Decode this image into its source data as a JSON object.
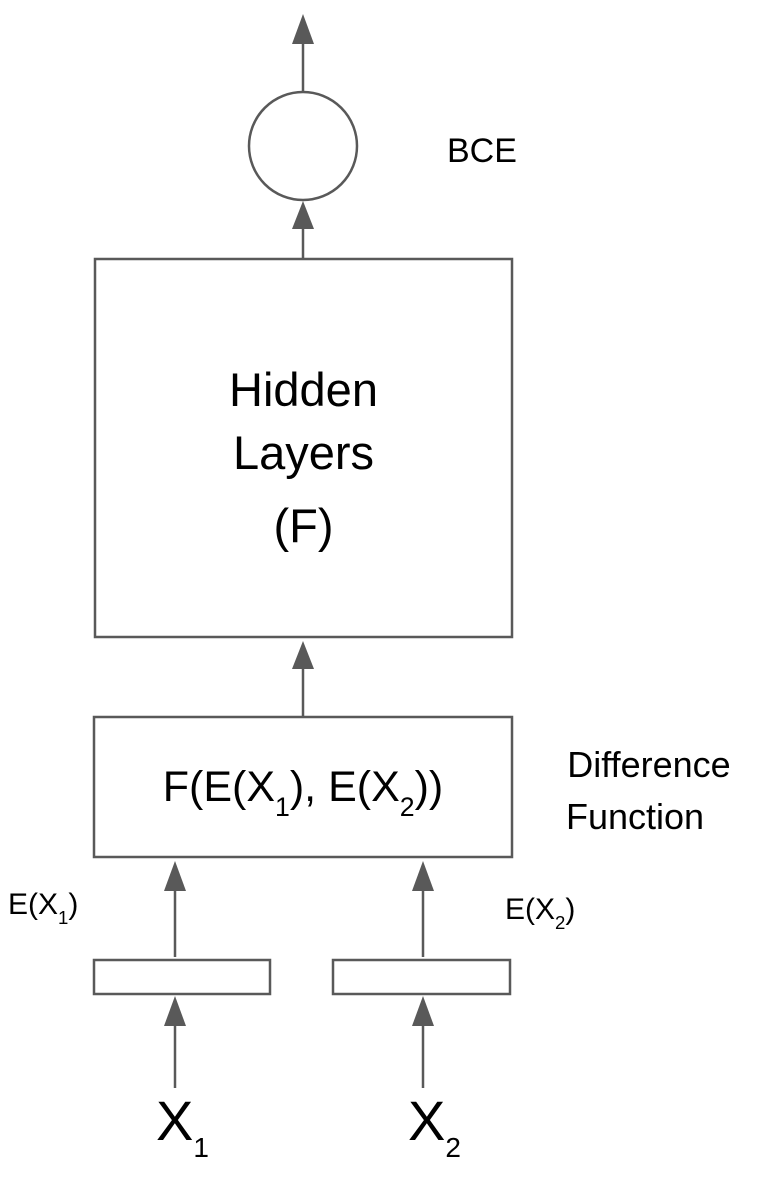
{
  "loss_label": "BCE",
  "hidden_block": {
    "line1": "Hidden",
    "line2": "Layers",
    "line3": "(F)"
  },
  "difference_block": {
    "expr": [
      "F(E(X",
      "1",
      "), E(X",
      "2",
      "))"
    ],
    "side_label_line1": "Difference",
    "side_label_line2": "Function"
  },
  "embedding_1": {
    "base": "E(X",
    "sub": "1",
    "close": ")"
  },
  "embedding_2": {
    "base": "E(X",
    "sub": "2",
    "close": ")"
  },
  "input_1": {
    "base": "X",
    "sub": "1"
  },
  "input_2": {
    "base": "X",
    "sub": "2"
  },
  "colors": {
    "stroke": "#595959",
    "text": "#000000",
    "background": "#ffffff"
  }
}
